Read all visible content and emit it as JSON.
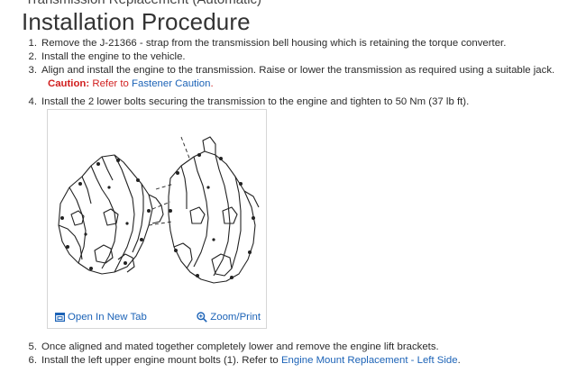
{
  "header": {
    "clipped_title": "Transmission Replacement (Automatic)",
    "heading": "Installation Procedure"
  },
  "steps": [
    {
      "number": "1.",
      "text": "Remove the J-21366 - strap from the transmission bell housing which is retaining the torque converter."
    },
    {
      "number": "2.",
      "text": "Install the engine to the vehicle."
    },
    {
      "number": "3.",
      "text": "Align and install the engine to the transmission. Raise or lower the transmission as required using a suitable jack."
    },
    {
      "number": "4.",
      "text": "Install the 2 lower bolts securing the transmission to the engine and tighten to 50 Nm (37 lb ft)."
    },
    {
      "number": "5.",
      "text": "Once aligned and mated together completely lower and remove the engine lift brackets."
    },
    {
      "number": "6.",
      "text": "Install the left upper engine mount bolts (1).  Refer to ",
      "link": "Engine Mount Replacement - Left Side",
      "after": "."
    }
  ],
  "caution": {
    "label": "Caution:",
    "text": " Refer to ",
    "link": "Fastener Caution",
    "after": "."
  },
  "figure": {
    "open_label": "Open In New Tab",
    "zoom_label": "Zoom/Print"
  },
  "colors": {
    "link": "#1c63b7",
    "caution": "#d11f1f",
    "text": "#2b2b2b"
  }
}
